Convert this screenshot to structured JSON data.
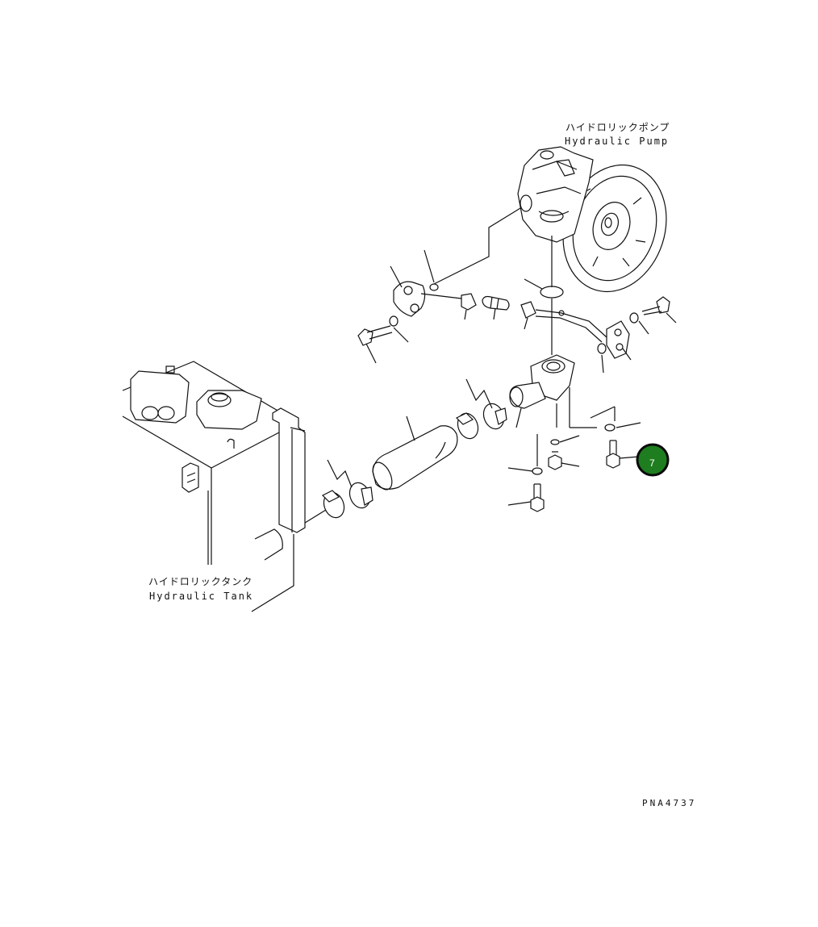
{
  "labels": {
    "pump_jp": "ハイドロリックポンプ",
    "pump_en": "Hydraulic Pump",
    "tank_jp": "ハイドロリックタンク",
    "tank_en": "Hydraulic Tank",
    "drawing_code": "PNA4737"
  },
  "callout": {
    "number": "7",
    "fill_color": "#1e7d1e",
    "ring_color": "#0a0a0a"
  }
}
